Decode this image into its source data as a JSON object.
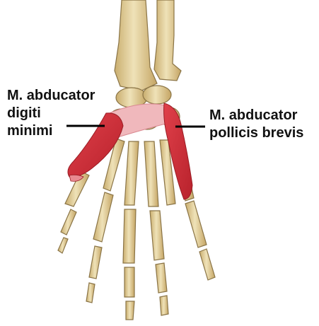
{
  "labels": {
    "left": {
      "lines": [
        "M. abducator",
        "digiti",
        "minimi"
      ]
    },
    "right": {
      "lines": [
        "M. abducator",
        "pollicis brevis"
      ]
    }
  },
  "colors": {
    "bone": "#e4d3a2",
    "bone_shade": "#c4a86a",
    "bone_outline": "#8a7446",
    "muscle": "#d8303a",
    "muscle_light": "#e86a6e",
    "tendon": "#f0b8bc",
    "leader_line": "#000000",
    "text": "#111111"
  }
}
